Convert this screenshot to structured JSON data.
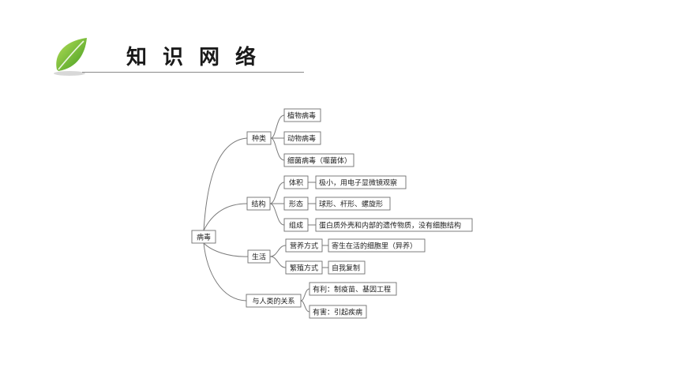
{
  "header": {
    "title": "知识网络"
  },
  "mindmap": {
    "root": "病毒",
    "branches": {
      "kinds": {
        "label": "种类",
        "items": [
          "植物病毒",
          "动物病毒",
          "细菌病毒（噬菌体）"
        ]
      },
      "structure": {
        "label": "结构",
        "items": [
          {
            "label": "体积",
            "detail": "极小，用电子显微镜观察"
          },
          {
            "label": "形态",
            "detail": "球形、杆形、螺旋形"
          },
          {
            "label": "组成",
            "detail": "蛋白质外壳和内部的遗传物质，没有细胞结构"
          }
        ]
      },
      "life": {
        "label": "生活",
        "items": [
          {
            "label": "营养方式",
            "detail": "寄生在活的细胞里（异养）"
          },
          {
            "label": "繁殖方式",
            "detail": "自我复制"
          }
        ]
      },
      "relation": {
        "label": "与人类的关系",
        "items": [
          "有利：制疫苗、基因工程",
          "有害：引起疾病"
        ]
      }
    }
  }
}
